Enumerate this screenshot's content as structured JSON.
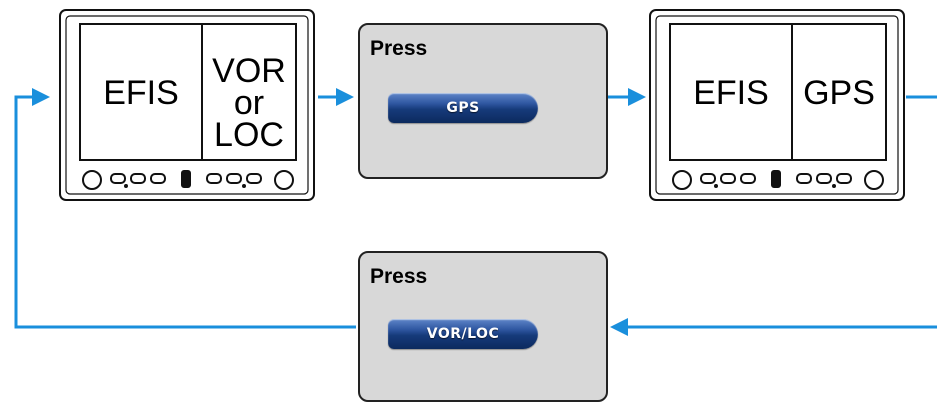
{
  "display_1": {
    "left_label": "EFIS",
    "right_line1": "VOR",
    "right_line2": "or",
    "right_line3": "LOC"
  },
  "panel_1": {
    "title": "Press",
    "button_label": "GPS"
  },
  "display_2": {
    "left_label": "EFIS",
    "right_label": "GPS"
  },
  "panel_2": {
    "title": "Press",
    "button_label": "VOR/LOC"
  },
  "colors": {
    "arrow": "#1a8fdc",
    "bezel": "#222222",
    "panel_bg": "#d8d8d8",
    "button": "#1d4589"
  }
}
